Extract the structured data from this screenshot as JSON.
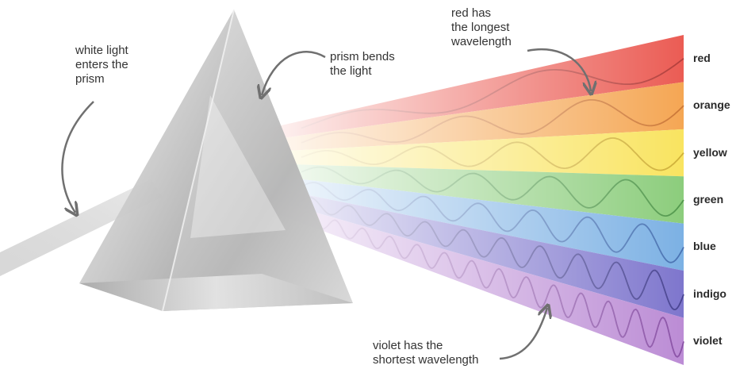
{
  "annotations": {
    "white_light": "white light\nenters the\nprism",
    "prism_bends": "prism bends\nthe light",
    "red_longest": "red has\nthe longest\nwavelength",
    "violet_shortest": "violet has the\nshortest wavelength"
  },
  "bands": [
    {
      "label": "red",
      "color": "#e8453c",
      "wave": "#a8231f",
      "cycles": 2
    },
    {
      "label": "orange",
      "color": "#f39a3c",
      "wave": "#c5651b",
      "cycles": 3
    },
    {
      "label": "yellow",
      "color": "#f8e04a",
      "wave": "#c9a51c",
      "cycles": 4
    },
    {
      "label": "green",
      "color": "#7cc66a",
      "wave": "#3a8a34",
      "cycles": 5
    },
    {
      "label": "blue",
      "color": "#6aa6e0",
      "wave": "#2f5fa8",
      "cycles": 7
    },
    {
      "label": "indigo",
      "color": "#6c63c6",
      "wave": "#2f2a82",
      "cycles": 10
    },
    {
      "label": "violet",
      "color": "#b27ccf",
      "wave": "#7a3a9a",
      "cycles": 14
    }
  ]
}
